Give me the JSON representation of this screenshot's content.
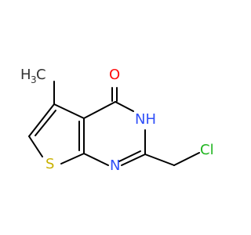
{
  "molecule": {
    "colors": {
      "carbon_bond": "#000000",
      "oxygen": "#ff0d0d",
      "nitrogen": "#3050f8",
      "sulfur": "#c8b100",
      "chlorine": "#1fb51f",
      "text": "#333333"
    },
    "labels": {
      "methyl_h": "H",
      "methyl_sub": "3",
      "methyl_c": "C",
      "oxygen": "O",
      "nh": "NH",
      "n": "N",
      "s": "S",
      "cl": "Cl"
    }
  }
}
